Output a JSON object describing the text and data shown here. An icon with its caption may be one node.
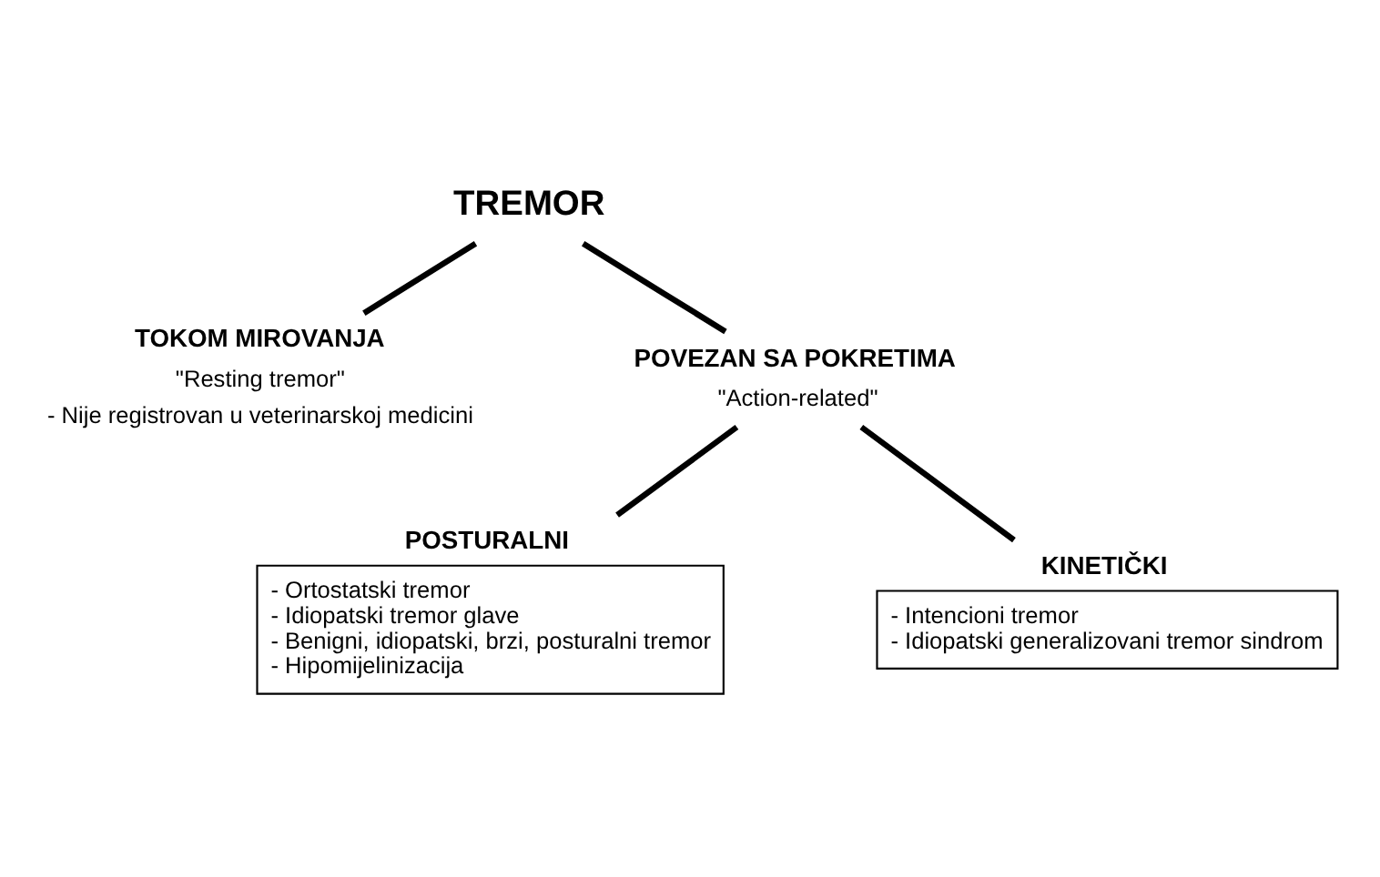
{
  "diagram": {
    "nodes": [
      {
        "text": [
          "TREMOR"
        ]
      },
      {
        "text": [
          "TOKOM MIROVANJA",
          "\"Resting tremor\"",
          "- Nije registrovan u veterinarskoj medicini"
        ]
      },
      {
        "text": [
          "POVEZAN SA POKRETIMA",
          "\"Action-related\""
        ]
      },
      {
        "text": [
          "POSTURALNI",
          "- Ortostatski tremor",
          "- Idiopatski tremor glave",
          "- Benigni, idiopatski, brzi, posturalni tremor",
          "- Hipomijelinizacija"
        ]
      },
      {
        "text": [
          "KINETIČKI",
          "- Intencioni tremor",
          "- Idiopatski generalizovani tremor sindrom"
        ]
      }
    ],
    "edges": [
      {
        "from": 0,
        "to": 1,
        "arrow": "none"
      },
      {
        "from": 0,
        "to": 2,
        "arrow": "none"
      },
      {
        "from": 2,
        "to": 3,
        "arrow": "none"
      },
      {
        "from": 2,
        "to": 4,
        "arrow": "none"
      }
    ]
  }
}
